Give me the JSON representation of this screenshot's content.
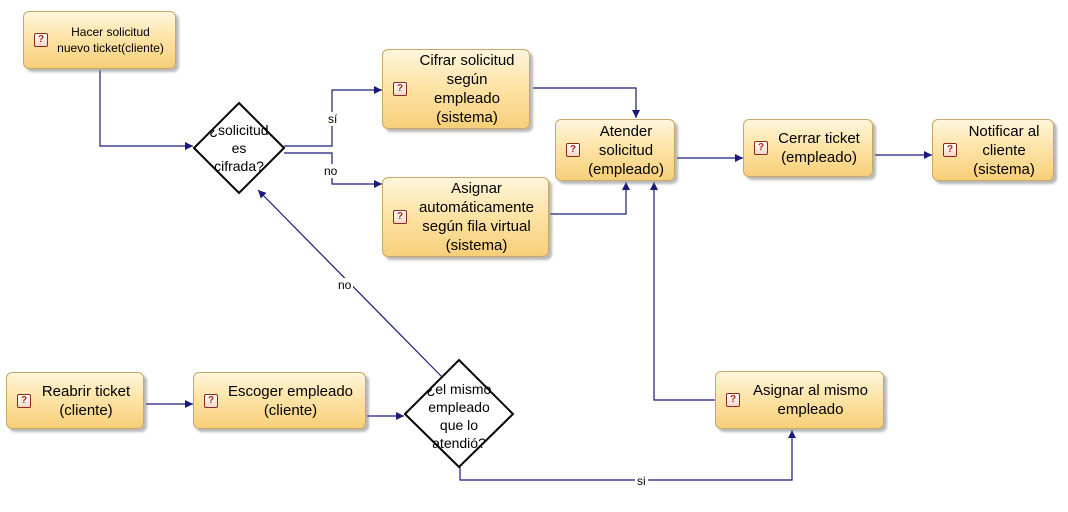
{
  "nodes": {
    "hacer_solicitud": "Hacer solicitud\nnuevo ticket(cliente)",
    "cifrar_solicitud": "Cifrar solicitud\nsegún\nempleado\n(sistema)",
    "asignar_auto": "Asignar\nautomáticamente\nsegún fila virtual\n(sistema)",
    "atender_solicitud": "Atender\nsolicitud\n(empleado)",
    "cerrar_ticket": "Cerrar ticket\n(empleado)",
    "notificar_cliente": "Notificar al\ncliente\n(sistema)",
    "reabrir_ticket": "Reabrir ticket\n(cliente)",
    "escoger_empleado": "Escoger empleado\n(cliente)",
    "asignar_mismo": "Asignar al mismo\nempleado"
  },
  "decisions": {
    "solicitud_cifrada": "¿solicitud\nes\ncifrada?",
    "mismo_empleado": "¿el mismo\nempleado\nque lo\natendió?"
  },
  "edge_labels": {
    "si_cifrar": "sí",
    "no_asignar": "no",
    "no_volver": "no",
    "si_mismo": "si"
  },
  "icons": {
    "task_icon": "question-mark-icon"
  }
}
